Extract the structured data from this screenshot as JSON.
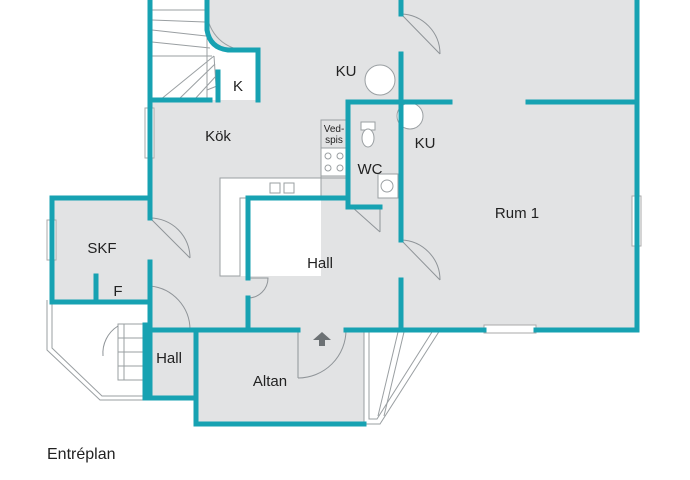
{
  "caption": "Entréplan",
  "rooms": {
    "ku_top": "KU",
    "k": "K",
    "kok": "Kök",
    "vedspis_line1": "Ved-",
    "vedspis_line2": "spis",
    "wc": "WC",
    "ku_right": "KU",
    "rum1": "Rum 1",
    "skf": "SKF",
    "f": "F",
    "hall_center": "Hall",
    "hall_left": "Hall",
    "altan": "Altan"
  },
  "colors": {
    "wall": "#17a2b2",
    "floor": "#e2e3e4"
  }
}
